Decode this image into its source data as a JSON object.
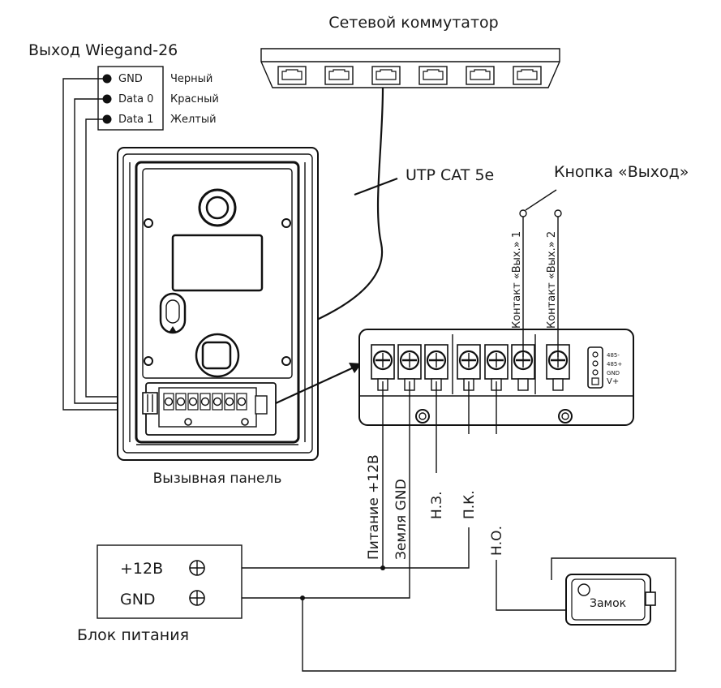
{
  "switch": {
    "title": "Сетевой коммутатор",
    "port_count": 6
  },
  "wiegand": {
    "title": "Выход Wiegand-26",
    "pins": [
      {
        "pin": "GND",
        "color_label": "Черный"
      },
      {
        "pin": "Data 0",
        "color_label": "Красный"
      },
      {
        "pin": "Data 1",
        "color_label": "Желтый"
      }
    ]
  },
  "cable_label": "UTP CAT 5e",
  "exit_button": {
    "title": "Кнопка «Выход»",
    "contact1": "Контакт «Вых.» 1",
    "contact2": "Контакт «Вых.» 2"
  },
  "terminal": {
    "pin_labels": [
      "485-",
      "485+",
      "GND",
      "V+"
    ]
  },
  "panel_label": "Вызывная панель",
  "wires": {
    "power_plus": "Питание +12В",
    "ground": "Земля GND",
    "nc": "Н.З.",
    "common": "П.К.",
    "no": "Н.О."
  },
  "psu": {
    "plus": "+12В",
    "gnd": "GND",
    "title": "Блок питания"
  },
  "lock_label": "Замок"
}
